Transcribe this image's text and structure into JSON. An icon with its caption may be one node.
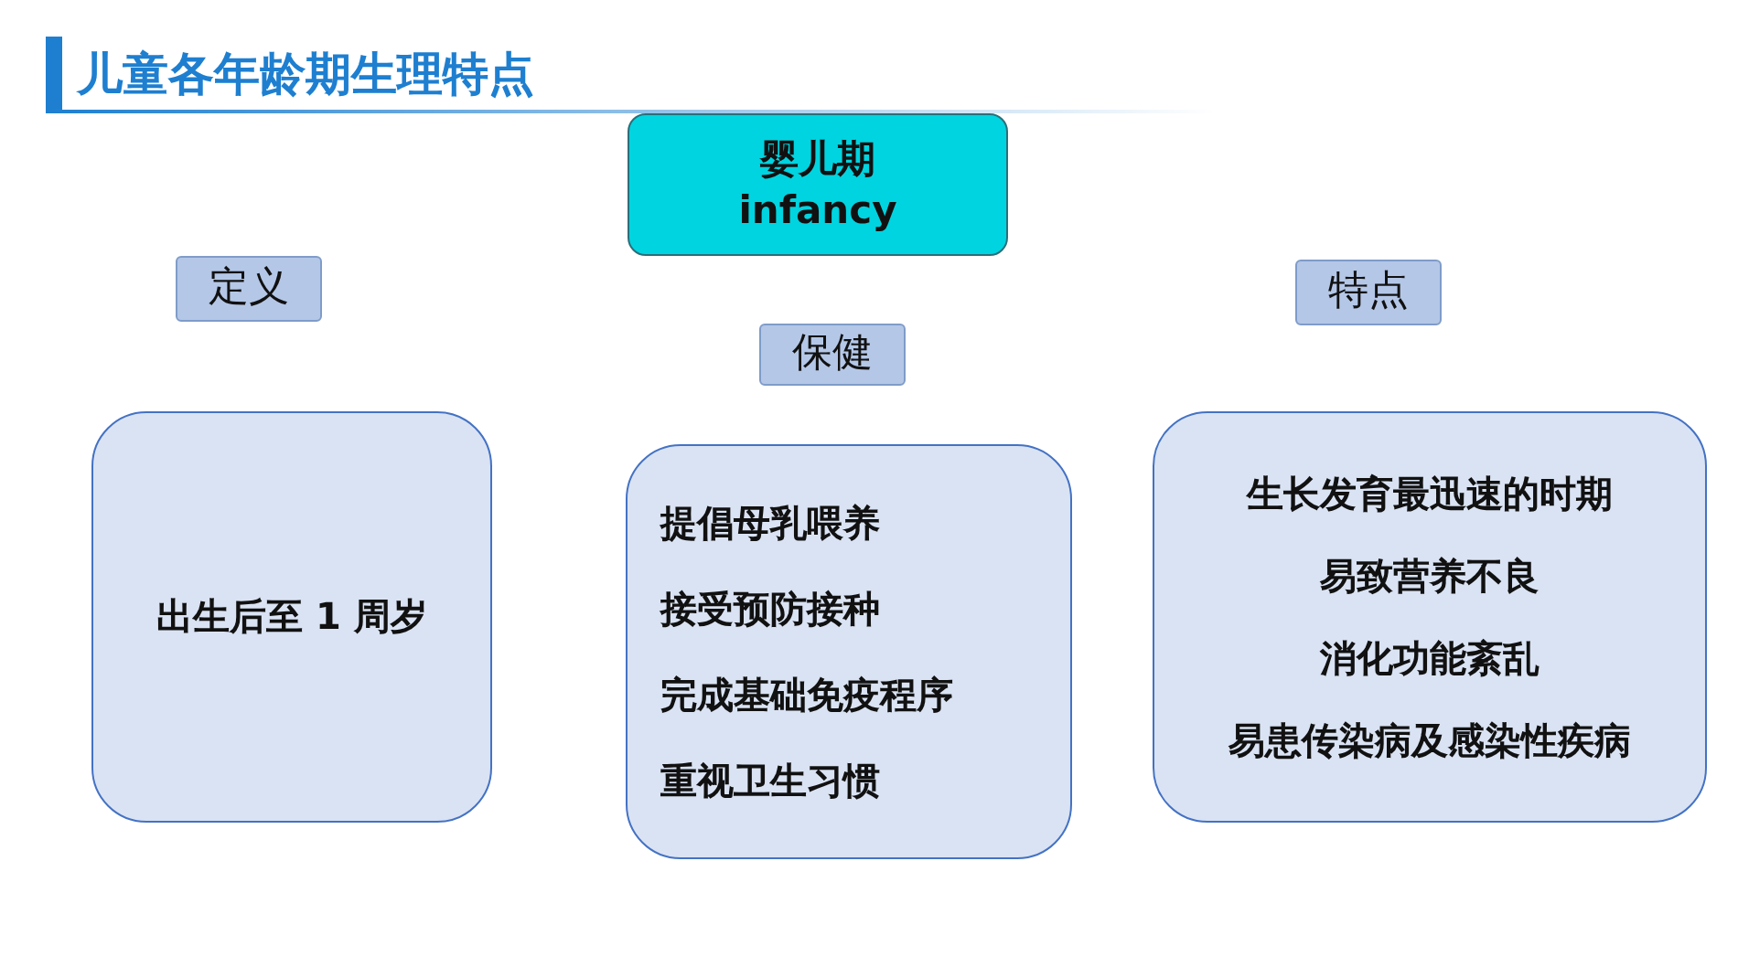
{
  "diagram": {
    "title": "儿童各年龄期生理特点",
    "nodes": [
      {
        "text": [
          "婴儿期",
          "infancy"
        ]
      },
      {
        "text": [
          "定义"
        ]
      },
      {
        "text": [
          "保健"
        ]
      },
      {
        "text": [
          "特点"
        ]
      },
      {
        "text": [
          "出生后至 1 周岁"
        ]
      },
      {
        "text": [
          "提倡母乳喂养",
          "接受预防接种",
          "完成基础免疫程序",
          "重视卫生习惯"
        ]
      },
      {
        "text": [
          "生长发育最迅速的时期",
          "易致营养不良",
          "消化功能紊乱",
          "易患传染病及感染性疾病"
        ]
      }
    ]
  }
}
